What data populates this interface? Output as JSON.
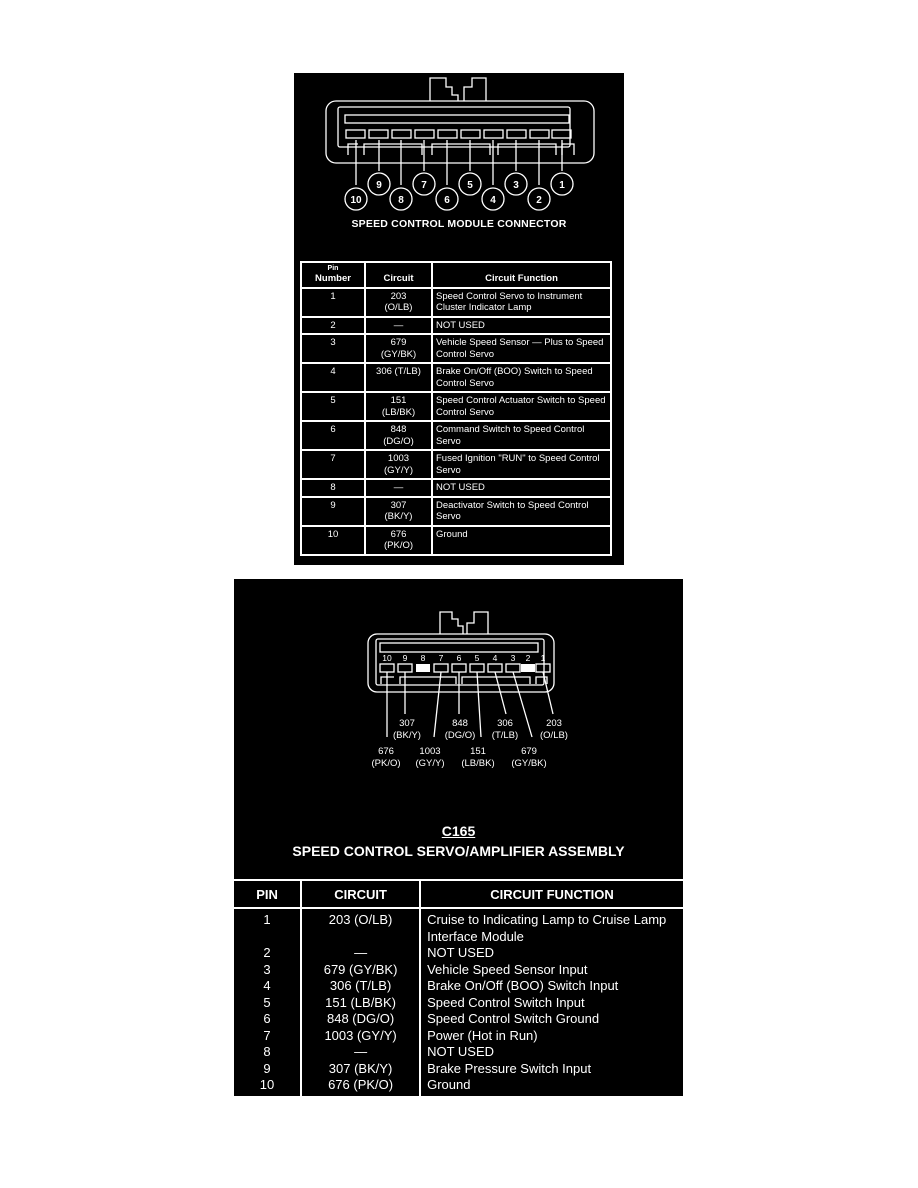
{
  "module_connector": {
    "caption": "SPEED CONTROL MODULE CONNECTOR",
    "pin_callouts": [
      "1",
      "2",
      "3",
      "4",
      "5",
      "6",
      "7",
      "8",
      "9",
      "10"
    ],
    "table": {
      "headers": {
        "pin_top": "Pin",
        "pin": "Number",
        "circuit": "Circuit",
        "function": "Circuit Function"
      },
      "rows": [
        {
          "pin": "1",
          "circuit": "203",
          "color": "(O/LB)",
          "function": "Speed Control Servo to Instrument Cluster Indicator Lamp"
        },
        {
          "pin": "2",
          "circuit": "—",
          "color": "",
          "function": "NOT USED"
        },
        {
          "pin": "3",
          "circuit": "679",
          "color": "(GY/BK)",
          "function": "Vehicle Speed Sensor — Plus to Speed Control Servo"
        },
        {
          "pin": "4",
          "circuit": "306 (T/LB)",
          "color": "",
          "function": "Brake On/Off (BOO) Switch to Speed Control Servo"
        },
        {
          "pin": "5",
          "circuit": "151",
          "color": "(LB/BK)",
          "function": "Speed Control Actuator Switch to Speed Control Servo"
        },
        {
          "pin": "6",
          "circuit": "848",
          "color": "(DG/O)",
          "function": "Command Switch to Speed Control Servo"
        },
        {
          "pin": "7",
          "circuit": "1003",
          "color": "(GY/Y)",
          "function": "Fused Ignition \"RUN\" to Speed Control Servo"
        },
        {
          "pin": "8",
          "circuit": "—",
          "color": "",
          "function": "NOT USED"
        },
        {
          "pin": "9",
          "circuit": "307",
          "color": "(BK/Y)",
          "function": "Deactivator Switch to Speed Control Servo"
        },
        {
          "pin": "10",
          "circuit": "676",
          "color": "(PK/O)",
          "function": "Ground"
        }
      ]
    }
  },
  "servo_assembly": {
    "connector_code": "C165",
    "title": "SPEED CONTROL SERVO/AMPLIFIER ASSEMBLY",
    "pin_numbers": [
      "10",
      "9",
      "8",
      "7",
      "6",
      "5",
      "4",
      "3",
      "2",
      "1"
    ],
    "wire_labels": {
      "upper": [
        {
          "num": "307",
          "color": "(BK/Y)"
        },
        {
          "num": "848",
          "color": "(DG/O)"
        },
        {
          "num": "306",
          "color": "(T/LB)"
        },
        {
          "num": "203",
          "color": "(O/LB)"
        }
      ],
      "lower": [
        {
          "num": "676",
          "color": "(PK/O)"
        },
        {
          "num": "1003",
          "color": "(GY/Y)"
        },
        {
          "num": "151",
          "color": "(LB/BK)"
        },
        {
          "num": "679",
          "color": "(GY/BK)"
        }
      ]
    },
    "table": {
      "headers": {
        "pin": "PIN",
        "circuit": "CIRCUIT",
        "function": "CIRCUIT FUNCTION"
      },
      "rows": [
        {
          "pin": "1",
          "circuit": "203 (O/LB)",
          "function": "Cruise to Indicating Lamp to Cruise Lamp Interface Module"
        },
        {
          "pin": "2",
          "circuit": "—",
          "function": "NOT USED"
        },
        {
          "pin": "3",
          "circuit": "679 (GY/BK)",
          "function": "Vehicle Speed Sensor Input"
        },
        {
          "pin": "4",
          "circuit": "306 (T/LB)",
          "function": "Brake On/Off (BOO) Switch Input"
        },
        {
          "pin": "5",
          "circuit": "151 (LB/BK)",
          "function": "Speed Control Switch Input"
        },
        {
          "pin": "6",
          "circuit": "848 (DG/O)",
          "function": "Speed Control Switch Ground"
        },
        {
          "pin": "7",
          "circuit": "1003 (GY/Y)",
          "function": "Power (Hot in Run)"
        },
        {
          "pin": "8",
          "circuit": "—",
          "function": "NOT USED"
        },
        {
          "pin": "9",
          "circuit": "307 (BK/Y)",
          "function": "Brake Pressure Switch Input"
        },
        {
          "pin": "10",
          "circuit": "676 (PK/O)",
          "function": "Ground"
        }
      ]
    }
  },
  "colors": {
    "background": "#000000",
    "line": "#ffffff",
    "page": "#ffffff"
  }
}
